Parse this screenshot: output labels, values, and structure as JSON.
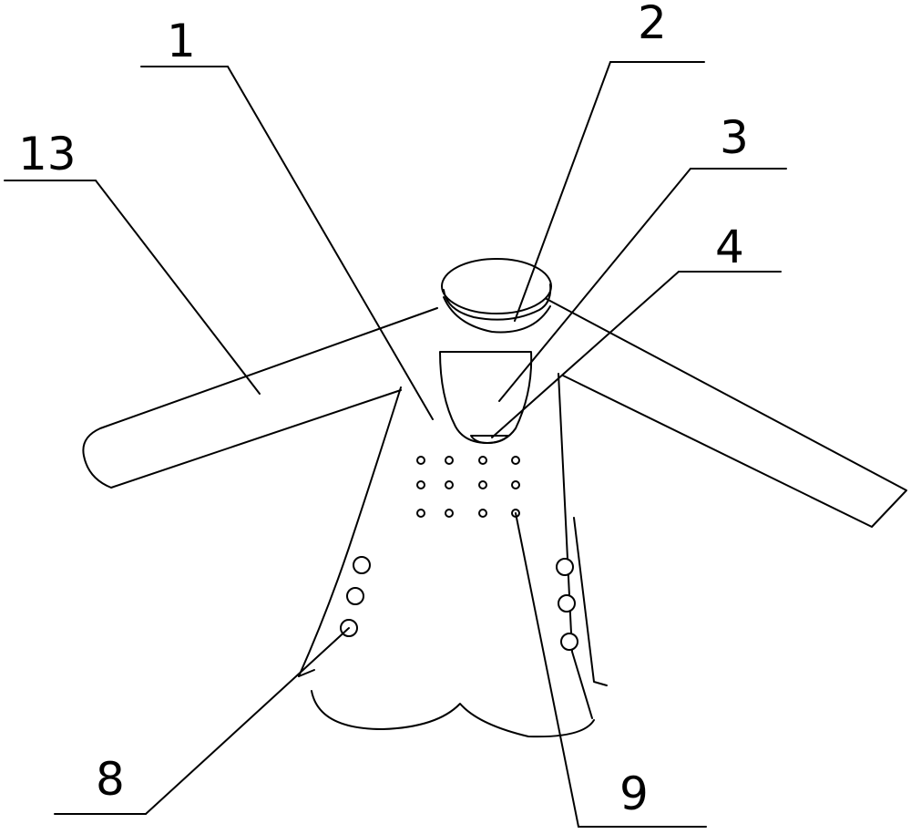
{
  "figure": {
    "labels": [
      {
        "id": "label-1",
        "text": "1"
      },
      {
        "id": "label-2",
        "text": "2"
      },
      {
        "id": "label-3",
        "text": "3"
      },
      {
        "id": "label-4",
        "text": "4"
      },
      {
        "id": "label-13",
        "text": "13"
      },
      {
        "id": "label-8",
        "text": "8"
      },
      {
        "id": "label-9",
        "text": "9"
      }
    ]
  }
}
